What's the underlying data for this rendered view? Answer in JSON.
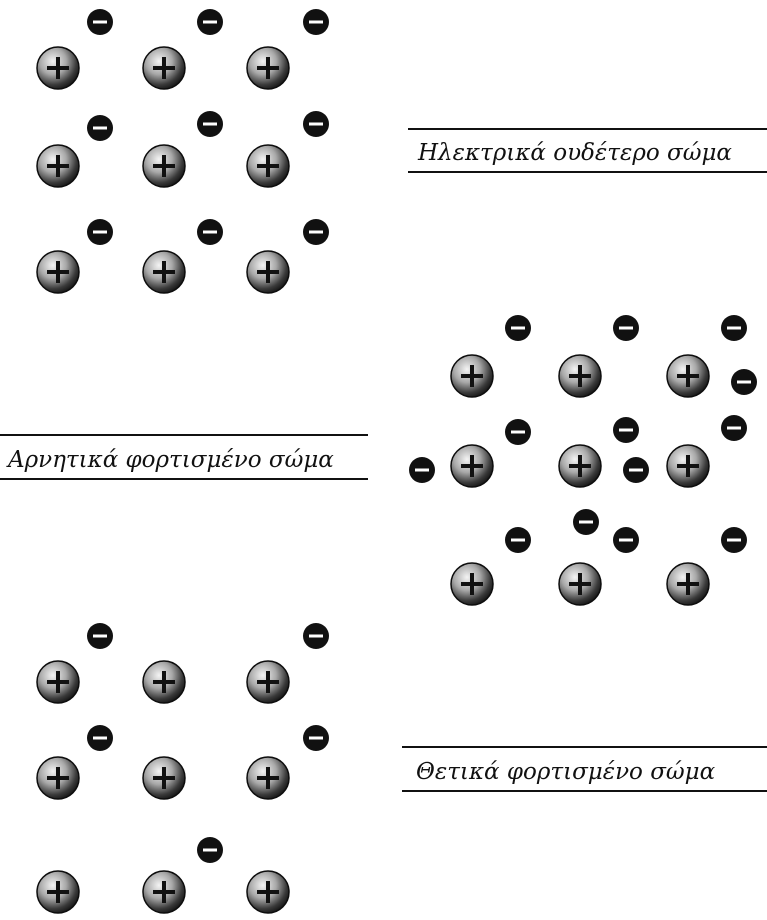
{
  "labels": {
    "neutral": "Ηλεκτρικά ουδέτερο σώμα",
    "negative": "Αρνητικά φορτισμένο σώμα",
    "positive": "Θετικά φορτισμένο σώμα"
  },
  "bodies": [
    {
      "name": "neutral-body",
      "protons": 9,
      "electrons": 9
    },
    {
      "name": "negative-body",
      "protons": 9,
      "electrons": 13
    },
    {
      "name": "positive-body",
      "protons": 9,
      "electrons": 5
    }
  ],
  "colors": {
    "electron": "#111111",
    "proton_light": "#f2f2f2",
    "proton_dark": "#1a1a1a",
    "caption_line": "#111111"
  },
  "symbols": {
    "plus": "+",
    "minus": "−"
  }
}
